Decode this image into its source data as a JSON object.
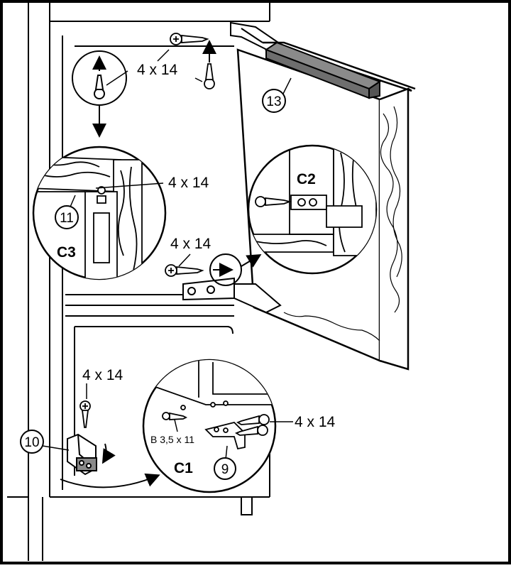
{
  "colors": {
    "line": "#000000",
    "paper": "#ffffff",
    "wood_fill": "#ffffff",
    "bar_fill": "#8a8a8a"
  },
  "labels": {
    "screw_top": "4 x 14",
    "screw_c3": "4 x 14",
    "screw_middle": "4 x 14",
    "screw_bottom_left": "4 x 14",
    "screw_c1": "4 x 14",
    "screw_c1_small": "B 3,5 x 11"
  },
  "details": {
    "c1": "C1",
    "c2": "C2",
    "c3": "C3"
  },
  "parts": {
    "p9": "9",
    "p10": "10",
    "p11": "11",
    "p13": "13"
  }
}
